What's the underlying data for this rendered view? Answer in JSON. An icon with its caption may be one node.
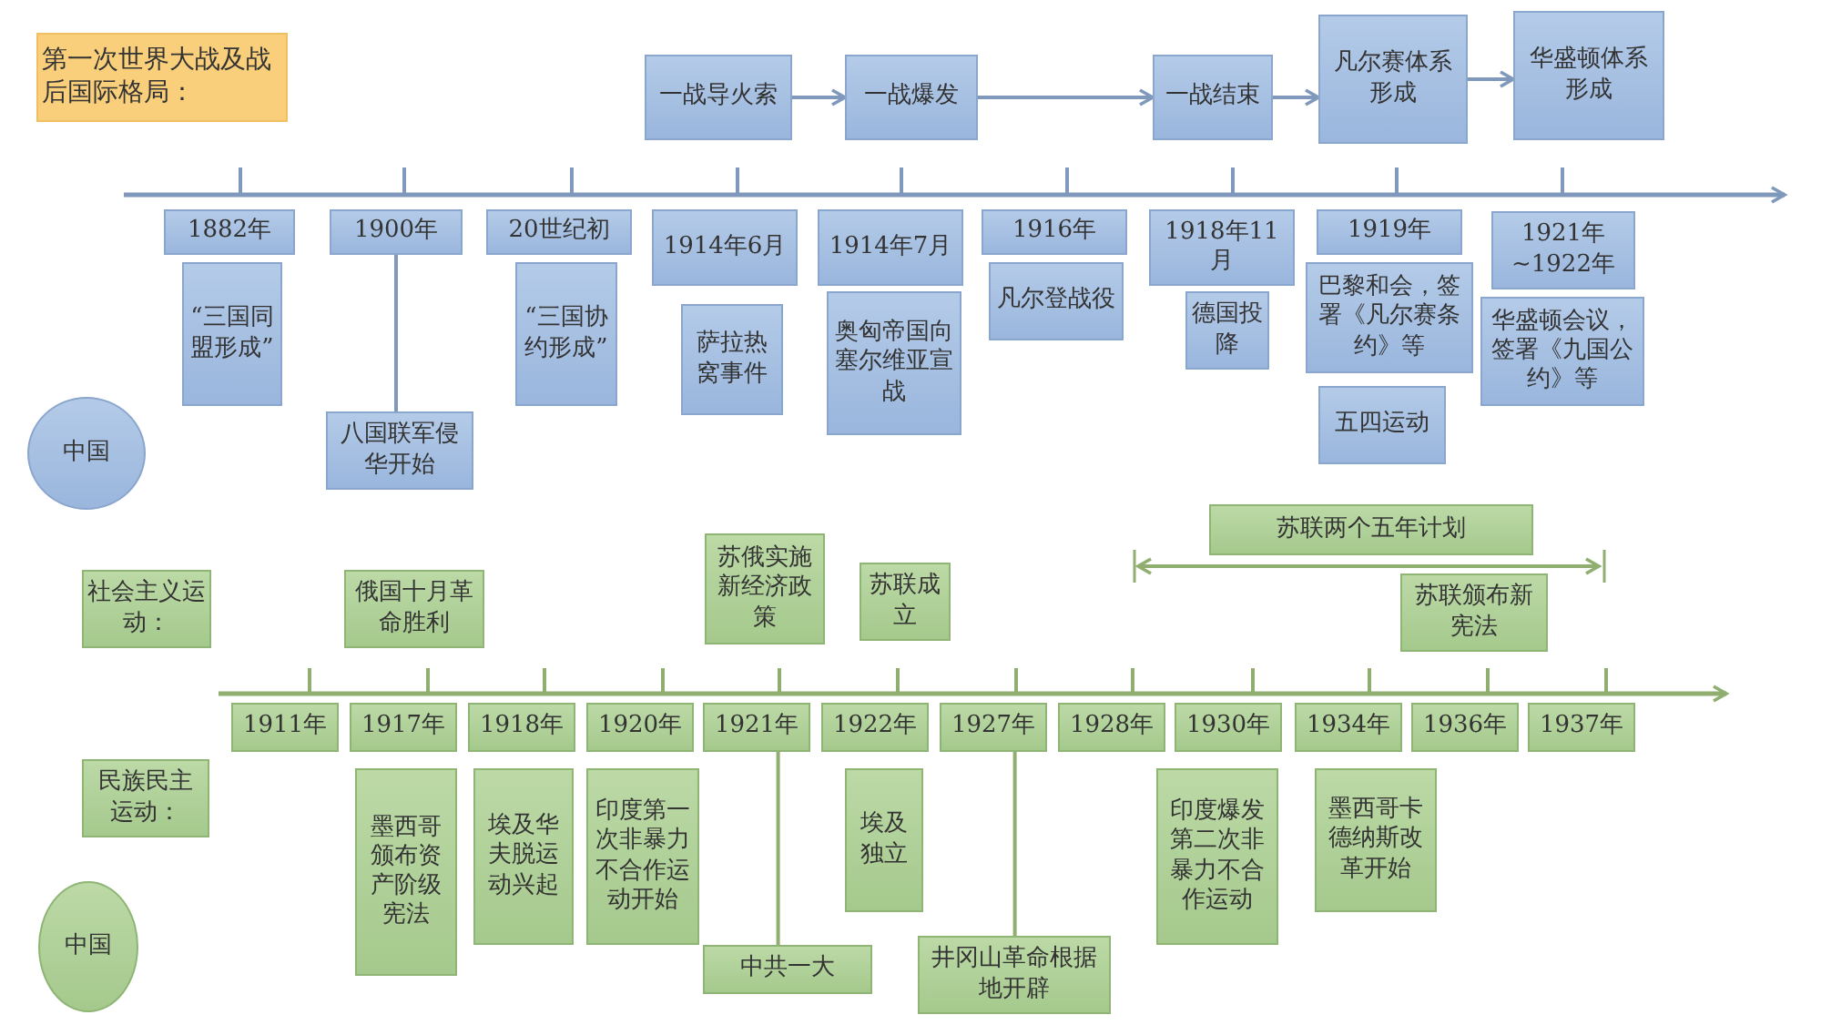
{
  "diagram": {
    "title": "第一次世界大战及战后国际格局：",
    "nodes": [
      {
        "text": [
          "一战导火索"
        ]
      },
      {
        "text": [
          "一战爆发"
        ]
      },
      {
        "text": [
          "一战结束"
        ]
      },
      {
        "text": [
          "凡尔赛体系形成"
        ]
      },
      {
        "text": [
          "华盛顿体系形成"
        ]
      },
      {
        "text": [
          "1882年"
        ]
      },
      {
        "text": [
          "1900年"
        ]
      },
      {
        "text": [
          "20世纪初"
        ]
      },
      {
        "text": [
          "1914年6月"
        ]
      },
      {
        "text": [
          "1914年7月"
        ]
      },
      {
        "text": [
          "1916年"
        ]
      },
      {
        "text": [
          "1918年11月"
        ]
      },
      {
        "text": [
          "1919年"
        ]
      },
      {
        "text": [
          "1921年~1922年"
        ]
      },
      {
        "text": [
          "“三国同盟形成”"
        ]
      },
      {
        "text": [
          "“三国协约形成”"
        ]
      },
      {
        "text": [
          "萨拉热窝事件"
        ]
      },
      {
        "text": [
          "奥匈帝国向塞尔维亚宣战"
        ]
      },
      {
        "text": [
          "凡尔登战役"
        ]
      },
      {
        "text": [
          "德国投降"
        ]
      },
      {
        "text": [
          "巴黎和会，签署《凡尔赛条约》等"
        ]
      },
      {
        "text": [
          "华盛顿会议，签署《九国公约》等"
        ]
      },
      {
        "text": [
          "八国联军侵华开始"
        ]
      },
      {
        "text": [
          "五四运动"
        ]
      },
      {
        "text": [
          "中国"
        ]
      },
      {
        "text": [
          "苏联两个五年计划"
        ]
      },
      {
        "text": [
          "苏俄实施新经济政策"
        ]
      },
      {
        "text": [
          "苏联成立"
        ]
      },
      {
        "text": [
          "社会主义运动："
        ]
      },
      {
        "text": [
          "俄国十月革命胜利"
        ]
      },
      {
        "text": [
          "苏联颁布新宪法"
        ]
      },
      {
        "text": [
          "1911年"
        ]
      },
      {
        "text": [
          "1917年"
        ]
      },
      {
        "text": [
          "1918年"
        ]
      },
      {
        "text": [
          "1920年"
        ]
      },
      {
        "text": [
          "1921年"
        ]
      },
      {
        "text": [
          "1922年"
        ]
      },
      {
        "text": [
          "1927年"
        ]
      },
      {
        "text": [
          "1928年"
        ]
      },
      {
        "text": [
          "1930年"
        ]
      },
      {
        "text": [
          "1934年"
        ]
      },
      {
        "text": [
          "1936年"
        ]
      },
      {
        "text": [
          "1937年"
        ]
      },
      {
        "text": [
          "民族民主运动："
        ]
      },
      {
        "text": [
          "墨西哥颁布资产阶级宪法"
        ]
      },
      {
        "text": [
          "埃及华夫脱运动兴起"
        ]
      },
      {
        "text": [
          "印度第一次非暴力不合作运动开始"
        ]
      },
      {
        "text": [
          "埃及独立"
        ]
      },
      {
        "text": [
          "印度爆发第二次非暴力不合作运动"
        ]
      },
      {
        "text": [
          "墨西哥卡德纳斯改革开始"
        ]
      },
      {
        "text": [
          "中国"
        ]
      },
      {
        "text": [
          "中共一大"
        ]
      },
      {
        "text": [
          "井冈山革命根据地开辟"
        ]
      }
    ],
    "edges": [
      {
        "from": 0,
        "to": 1,
        "arrow": "to"
      },
      {
        "from": 1,
        "to": 2,
        "arrow": "to"
      },
      {
        "from": 2,
        "to": 3,
        "arrow": "to"
      },
      {
        "from": 3,
        "to": 4,
        "arrow": "to"
      },
      {
        "from": 6,
        "to": 22,
        "arrow": "none"
      },
      {
        "from": 35,
        "to": 51,
        "arrow": "none",
        "color": "#8fae6f"
      },
      {
        "from": 37,
        "to": 52,
        "arrow": "none",
        "color": "#8fae6f"
      }
    ]
  }
}
